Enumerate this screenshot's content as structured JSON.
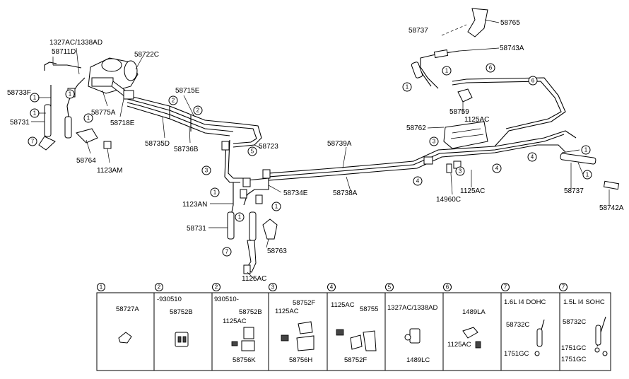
{
  "callout_numbers": [
    "1",
    "2",
    "3",
    "4",
    "5",
    "6",
    "7"
  ],
  "main_labels": {
    "l1327": "1327AC/1338AD",
    "l58711D": "58711D",
    "l58722C": "58722C",
    "l58733F": "58733F",
    "l58775A": "58775A",
    "l58731_left": "58731",
    "l58718E": "58718E",
    "l58715E": "58715E",
    "l58735D": "58735D",
    "l58736B": "58736B",
    "l58764": "58764",
    "l1123AM": "1123AM",
    "l58723": "58723",
    "l58739A": "58739A",
    "l58738A": "58738A",
    "l58734E": "58734E",
    "l1123AN": "1123AN",
    "l58731_mid": "58731",
    "l58763": "58763",
    "l1125AC_mid": "1125AC",
    "l58737_top": "58737",
    "l58765": "58765",
    "l58743A": "58743A",
    "l58759": "58759",
    "l1125AC_top": "1125AC",
    "l58762": "58762",
    "l1125AC_right": "1125AC",
    "l14960C": "14960C",
    "l58737_right": "58737",
    "l58742A": "58742A"
  },
  "detail_panels": [
    {
      "num": "1",
      "header": "",
      "labels": [
        "58727A"
      ]
    },
    {
      "num": "2",
      "header": "-930510",
      "labels": [
        "58752B"
      ]
    },
    {
      "num": "2",
      "header": "930510-",
      "labels": [
        "58752B",
        "1125AC",
        "58756K"
      ]
    },
    {
      "num": "3",
      "header": "",
      "labels": [
        "58752F",
        "1125AC",
        "58756H"
      ]
    },
    {
      "num": "4",
      "header": "",
      "labels": [
        "1125AC",
        "58755",
        "58752F"
      ]
    },
    {
      "num": "5",
      "header": "",
      "labels": [
        "1327AC/1338AD",
        "1489LC"
      ]
    },
    {
      "num": "6",
      "header": "",
      "labels": [
        "1489LA",
        "1125AC"
      ]
    },
    {
      "num": "7",
      "header": "1.6L I4 DOHC",
      "labels": [
        "58732C",
        "1751GC"
      ]
    },
    {
      "num": "7",
      "header": "1.5L I4 SOHC",
      "labels": [
        "58732C",
        "1751GC",
        "1751GC"
      ]
    }
  ]
}
